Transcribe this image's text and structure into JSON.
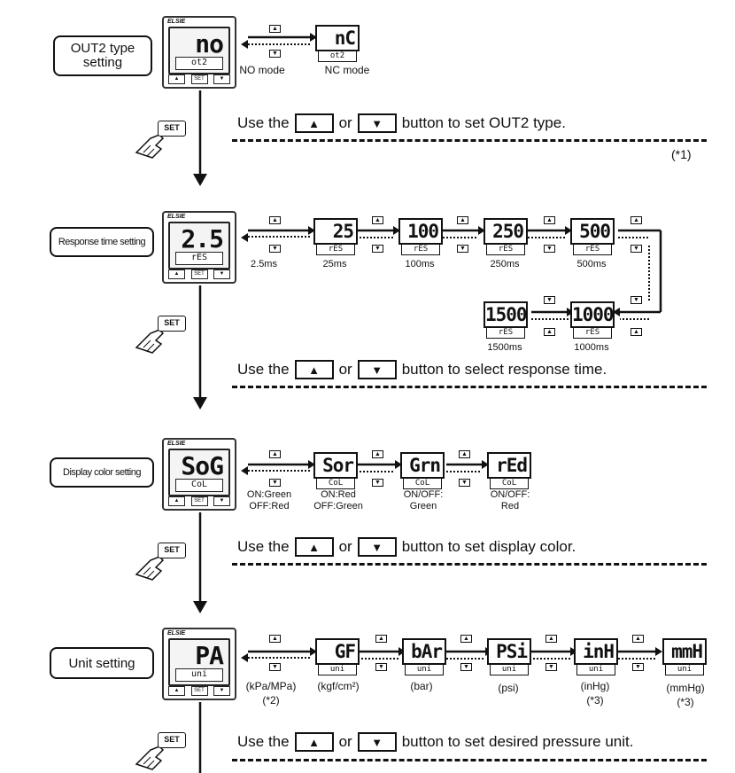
{
  "brand": "ELSIE",
  "set_key": "SET",
  "up_glyph": "▲",
  "down_glyph": "▼",
  "common": {
    "use_the": "Use the",
    "or": "or"
  },
  "sections": [
    {
      "label": "OUT2 type setting",
      "device": {
        "main": "no",
        "sub": "ot2"
      },
      "options": [
        {
          "main": "nC",
          "sub": "ot2"
        }
      ],
      "captions": [
        "NO mode",
        "NC mode"
      ],
      "instruction": "button to set OUT2 type.",
      "note": "(*1)"
    },
    {
      "label": "Response time setting",
      "device": {
        "main": "2.5",
        "sub": "rES"
      },
      "options": [
        {
          "main": "25",
          "sub": "rES"
        },
        {
          "main": "100",
          "sub": "rES"
        },
        {
          "main": "250",
          "sub": "rES"
        },
        {
          "main": "500",
          "sub": "rES"
        },
        {
          "main": "1000",
          "sub": "rES"
        },
        {
          "main": "1500",
          "sub": "rES"
        }
      ],
      "captions": [
        "2.5ms",
        "25ms",
        "100ms",
        "250ms",
        "500ms",
        "1000ms",
        "1500ms"
      ],
      "instruction": "button to select response time."
    },
    {
      "label": "Display color setting",
      "device": {
        "main": "SoG",
        "sub": "CoL"
      },
      "options": [
        {
          "main": "Sor",
          "sub": "CoL"
        },
        {
          "main": "Grn",
          "sub": "CoL"
        },
        {
          "main": "rEd",
          "sub": "CoL"
        }
      ],
      "captions": [
        [
          "ON:Green",
          "OFF:Red"
        ],
        [
          "ON:Red",
          "OFF:Green"
        ],
        [
          "ON/OFF:",
          "Green"
        ],
        [
          "ON/OFF:",
          "Red"
        ]
      ],
      "instruction": "button to set display color."
    },
    {
      "label": "Unit setting",
      "device": {
        "main": "PA",
        "sub": "uni"
      },
      "options": [
        {
          "main": "GF",
          "sub": "uni"
        },
        {
          "main": "bAr",
          "sub": "uni"
        },
        {
          "main": "PSi",
          "sub": "uni"
        },
        {
          "main": "inH",
          "sub": "uni"
        },
        {
          "main": "mmH",
          "sub": "uni"
        }
      ],
      "captions": [
        [
          "(kPa/MPa)",
          "(*2)"
        ],
        [
          "(kgf/cm²)"
        ],
        [
          "(bar)"
        ],
        [
          "(psi)"
        ],
        [
          "(inHg)",
          "(*3)"
        ],
        [
          "(mmHg)",
          "(*3)"
        ]
      ],
      "instruction": "button to set desired pressure unit."
    }
  ]
}
